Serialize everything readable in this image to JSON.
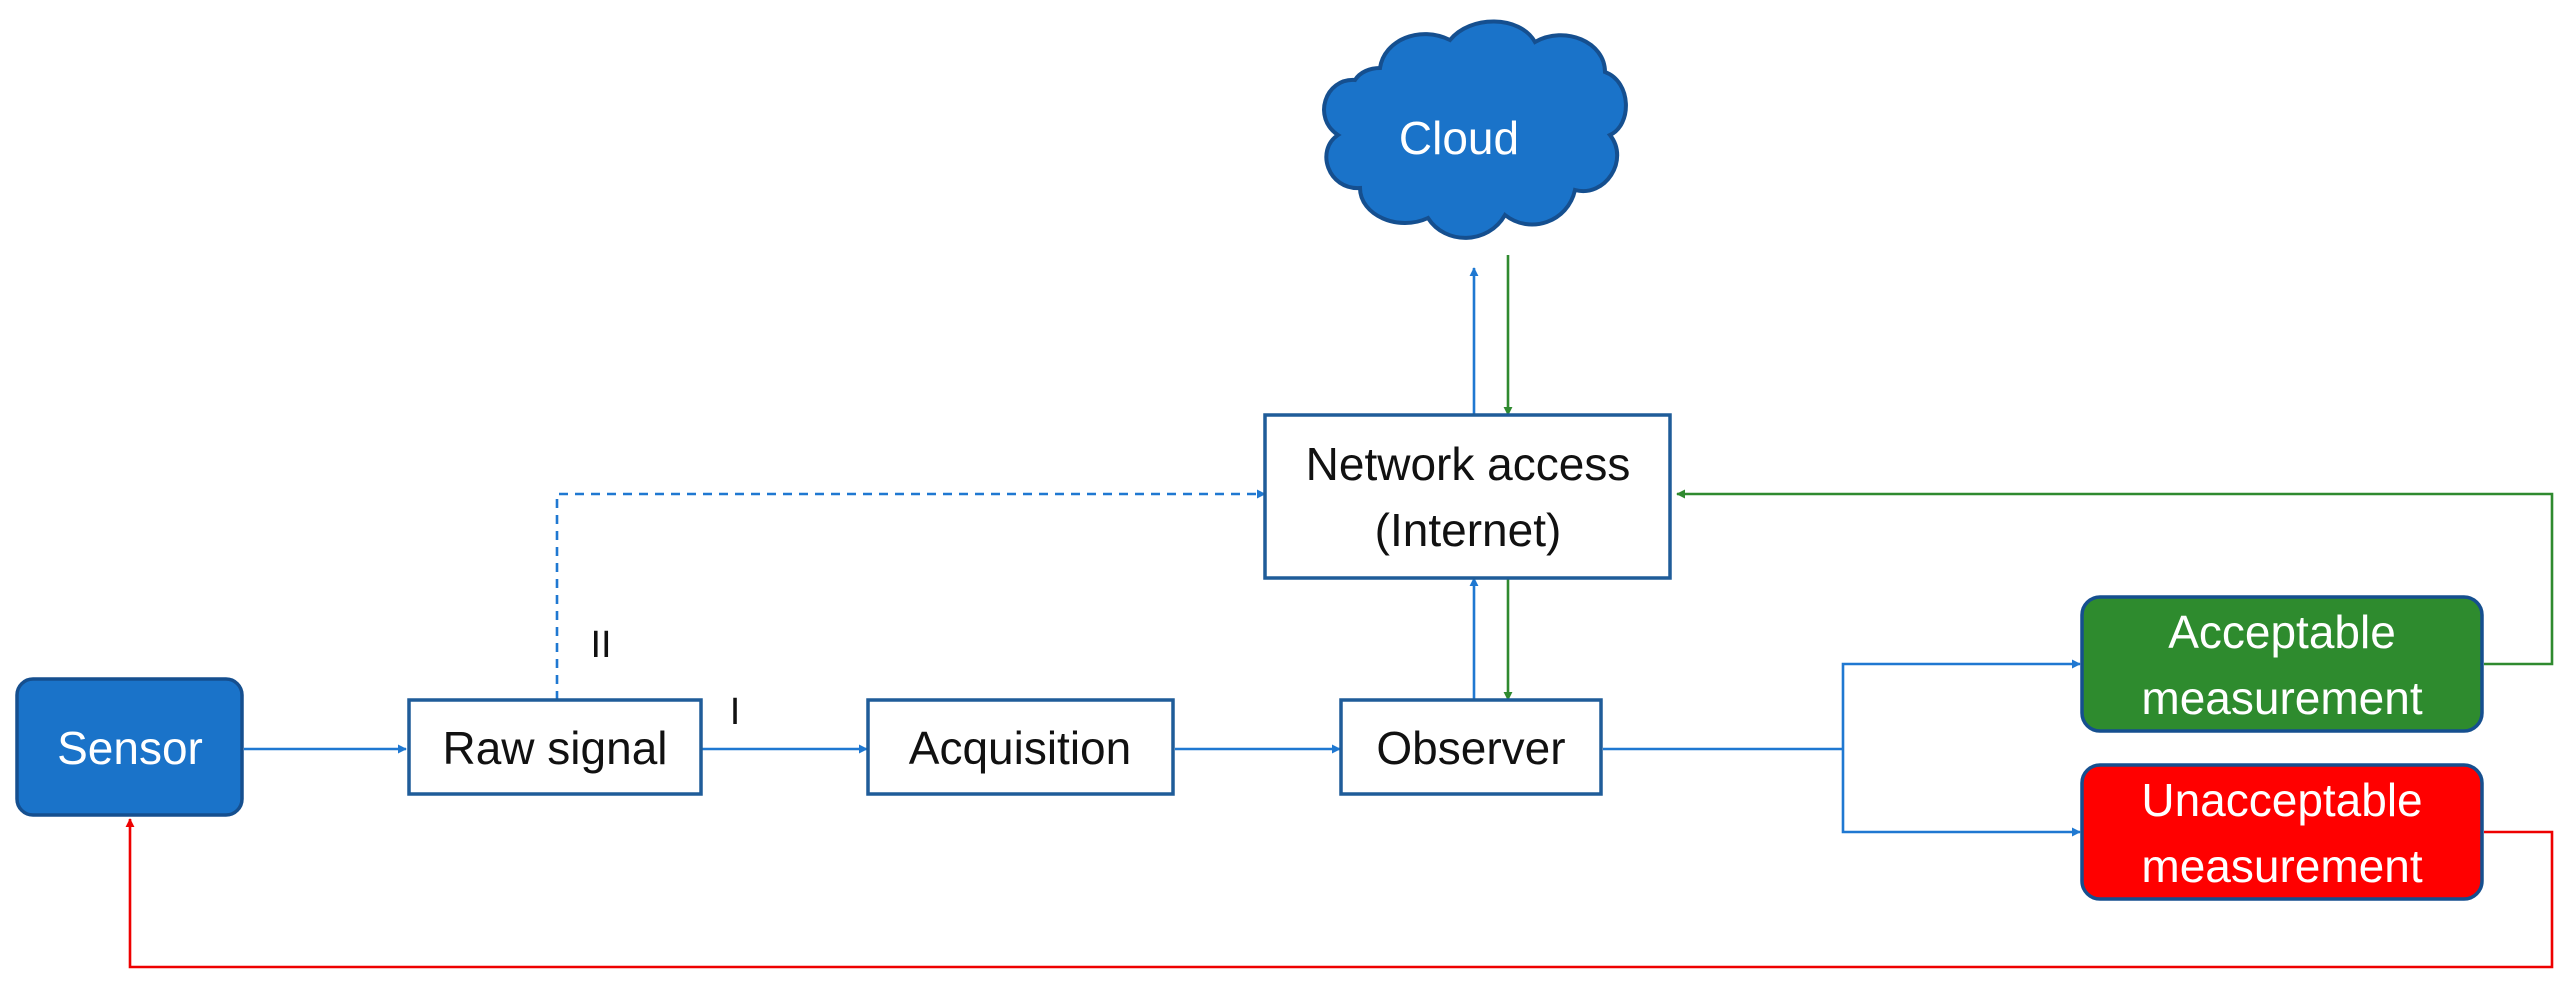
{
  "colors": {
    "blue": "#1f78d1",
    "blue_fill": "#1a73c9",
    "blue_stroke": "#154f8f",
    "green": "#2f8a2f",
    "green_fill": "#2e8b2e",
    "red": "#ee0000",
    "red_fill": "#ff0000",
    "box_stroke": "#1f5c99"
  },
  "nodes": {
    "cloud": {
      "label": "Cloud"
    },
    "network": {
      "line1": "Network access",
      "line2": "(Internet)"
    },
    "sensor": {
      "label": "Sensor"
    },
    "raw_signal": {
      "label": "Raw signal"
    },
    "acquisition": {
      "label": "Acquisition"
    },
    "observer": {
      "label": "Observer"
    },
    "acceptable": {
      "line1": "Acceptable",
      "line2": "measurement"
    },
    "unacceptable": {
      "line1": "Unacceptable",
      "line2": "measurement"
    }
  },
  "edge_labels": {
    "path_one": "I",
    "path_two": "II"
  }
}
